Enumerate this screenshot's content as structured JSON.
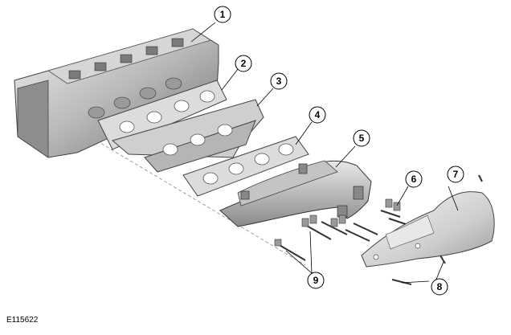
{
  "figure_id": "E115622",
  "callouts": [
    {
      "label": "1"
    },
    {
      "label": "2"
    },
    {
      "label": "3"
    },
    {
      "label": "4"
    },
    {
      "label": "5"
    },
    {
      "label": "6"
    },
    {
      "label": "7"
    },
    {
      "label": "8"
    },
    {
      "label": "9"
    }
  ]
}
